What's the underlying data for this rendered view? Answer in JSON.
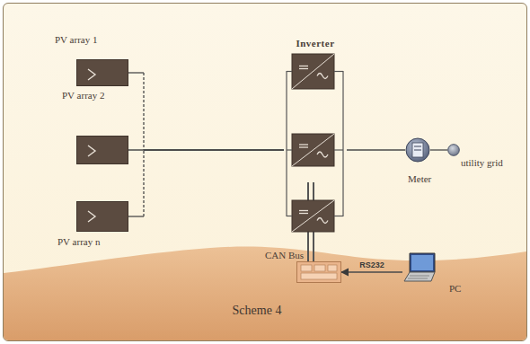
{
  "diagram": {
    "caption": "Scheme 4",
    "nodes": [
      {
        "text": [
          "PV array 1"
        ]
      },
      {
        "text": [
          "PV array 2"
        ]
      },
      {
        "text": [
          "PV array n"
        ]
      },
      {
        "text": [
          "Inverter"
        ]
      },
      {
        "text": [
          "Meter"
        ]
      },
      {
        "text": [
          "utility grid"
        ]
      },
      {
        "text": [
          "CAN Bus"
        ]
      },
      {
        "text": [
          "PC"
        ]
      }
    ],
    "edges": [
      {
        "from": 0,
        "to": 3,
        "arrow": "none"
      },
      {
        "from": 1,
        "to": 3,
        "arrow": "none"
      },
      {
        "from": 2,
        "to": 3,
        "arrow": "none"
      },
      {
        "from": 3,
        "to": 4,
        "arrow": "none"
      },
      {
        "from": 4,
        "to": 5,
        "arrow": "none"
      },
      {
        "from": 3,
        "to": 6,
        "arrow": "none"
      },
      {
        "from": 7,
        "to": 6,
        "label": "RS232",
        "arrow": "to"
      }
    ]
  }
}
